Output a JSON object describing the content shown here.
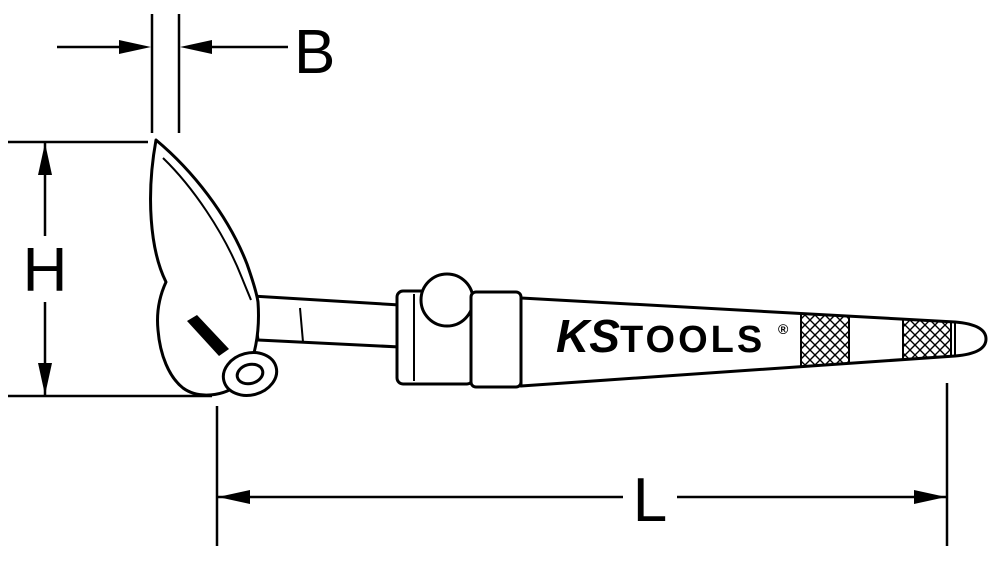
{
  "diagram": {
    "labels": {
      "width": "B",
      "height": "H",
      "length": "L"
    },
    "brand": {
      "name_part1": "KS",
      "name_part2": "TOOLS",
      "registered_mark": "®"
    },
    "colors": {
      "line": "#000000",
      "background": "#ffffff"
    }
  }
}
